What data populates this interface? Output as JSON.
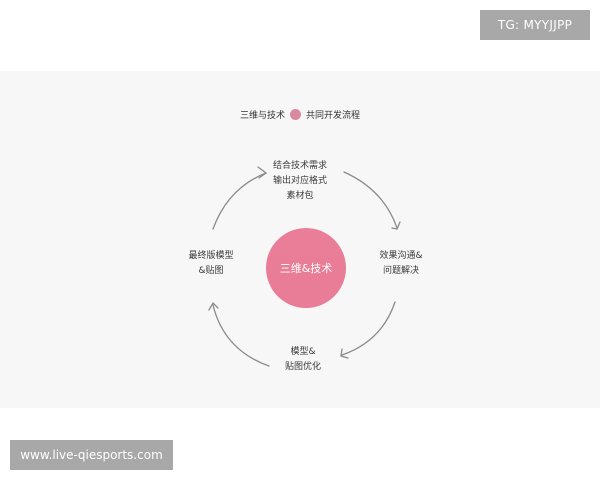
{
  "watermarks": {
    "top_right": "TG: MYYJJPP",
    "bottom_left": "www.live-qiesports.com"
  },
  "colors": {
    "accent_pink": "#e8738f",
    "legend_dot": "#d98a9f",
    "arrow_gray": "#8a8a8a",
    "panel_bg": "#f7f7f8",
    "watermark_bg": "#a8a8a8"
  },
  "diagram": {
    "legend": {
      "left": "三维与技术",
      "right": "共同开发流程"
    },
    "center": {
      "label": "三维&技术"
    },
    "nodes": [
      {
        "position": "top",
        "lines": [
          "结合技术需求",
          "输出对应格式",
          "素材包"
        ]
      },
      {
        "position": "right",
        "lines": [
          "效果沟通&",
          "问题解决"
        ]
      },
      {
        "position": "bottom",
        "lines": [
          "模型&",
          "贴图优化"
        ]
      },
      {
        "position": "left",
        "lines": [
          "最终版模型",
          "&贴图"
        ]
      }
    ],
    "flow_direction": "clockwise"
  }
}
